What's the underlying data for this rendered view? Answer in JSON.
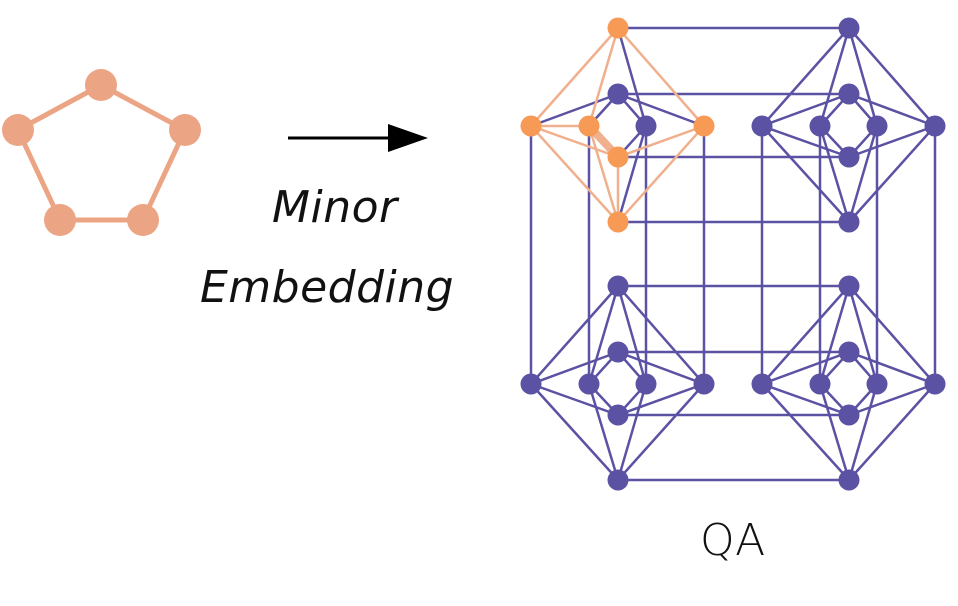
{
  "labels": {
    "arrow_caption_line1": "Minor",
    "arrow_caption_line2": "Embedding",
    "target_label": "QA"
  },
  "colors": {
    "source_graph": "#EBA584",
    "hardware_graph": "#5B52A3",
    "embedded_node": "#F79A56",
    "embedded_edge": "#F1B08D",
    "arrow": "#000000"
  },
  "source_graph": {
    "type": "cycle",
    "node_count": 5,
    "edges": [
      [
        0,
        1
      ],
      [
        1,
        2
      ],
      [
        2,
        3
      ],
      [
        3,
        4
      ],
      [
        4,
        0
      ]
    ]
  },
  "hardware_graph": {
    "type": "chimera",
    "cell_rows": 2,
    "cell_cols": 2,
    "shore_size": 4,
    "embedded_nodes": [
      {
        "cell": [
          0,
          0
        ],
        "group": "vertical",
        "index": 0
      },
      {
        "cell": [
          0,
          0
        ],
        "group": "vertical",
        "index": 2
      },
      {
        "cell": [
          0,
          0
        ],
        "group": "vertical",
        "index": 3
      },
      {
        "cell": [
          0,
          0
        ],
        "group": "horizontal",
        "index": 0
      },
      {
        "cell": [
          0,
          0
        ],
        "group": "horizontal",
        "index": 1
      },
      {
        "cell": [
          0,
          0
        ],
        "group": "horizontal",
        "index": 3
      }
    ],
    "chain_edge": {
      "cell": [
        0,
        0
      ],
      "from": [
        "horizontal",
        1
      ],
      "to": [
        "vertical",
        2
      ]
    }
  }
}
